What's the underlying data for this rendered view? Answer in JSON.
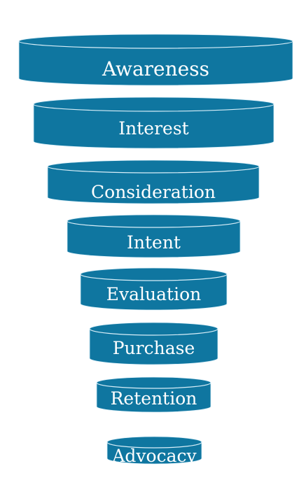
{
  "diagram": {
    "type": "funnel",
    "colors": {
      "fill": "#0f76a0",
      "edge": "#d8eef8",
      "label": "#ffffff"
    },
    "stages": [
      {
        "id": "awareness",
        "label": "Awareness"
      },
      {
        "id": "interest",
        "label": "Interest"
      },
      {
        "id": "consideration",
        "label": "Consideration"
      },
      {
        "id": "intent",
        "label": "Intent"
      },
      {
        "id": "evaluation",
        "label": "Evaluation"
      },
      {
        "id": "purchase",
        "label": "Purchase"
      },
      {
        "id": "retention",
        "label": "Retention"
      },
      {
        "id": "advocacy",
        "label": "Advocacy"
      }
    ]
  }
}
